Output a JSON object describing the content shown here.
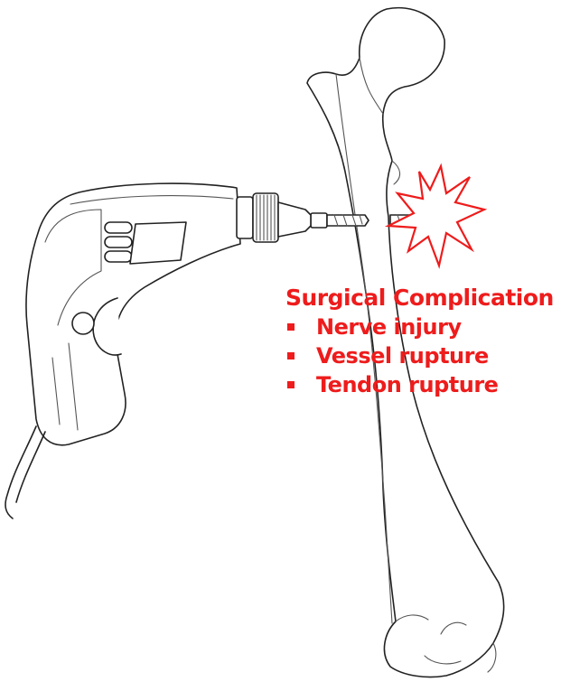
{
  "annotation": {
    "title": "Surgical Complication",
    "items": [
      {
        "label": "Nerve injury"
      },
      {
        "label": "Vessel rupture"
      },
      {
        "label": "Tendon rupture"
      }
    ]
  },
  "colors": {
    "accent": "#ee1c1c",
    "line": "#222222"
  }
}
